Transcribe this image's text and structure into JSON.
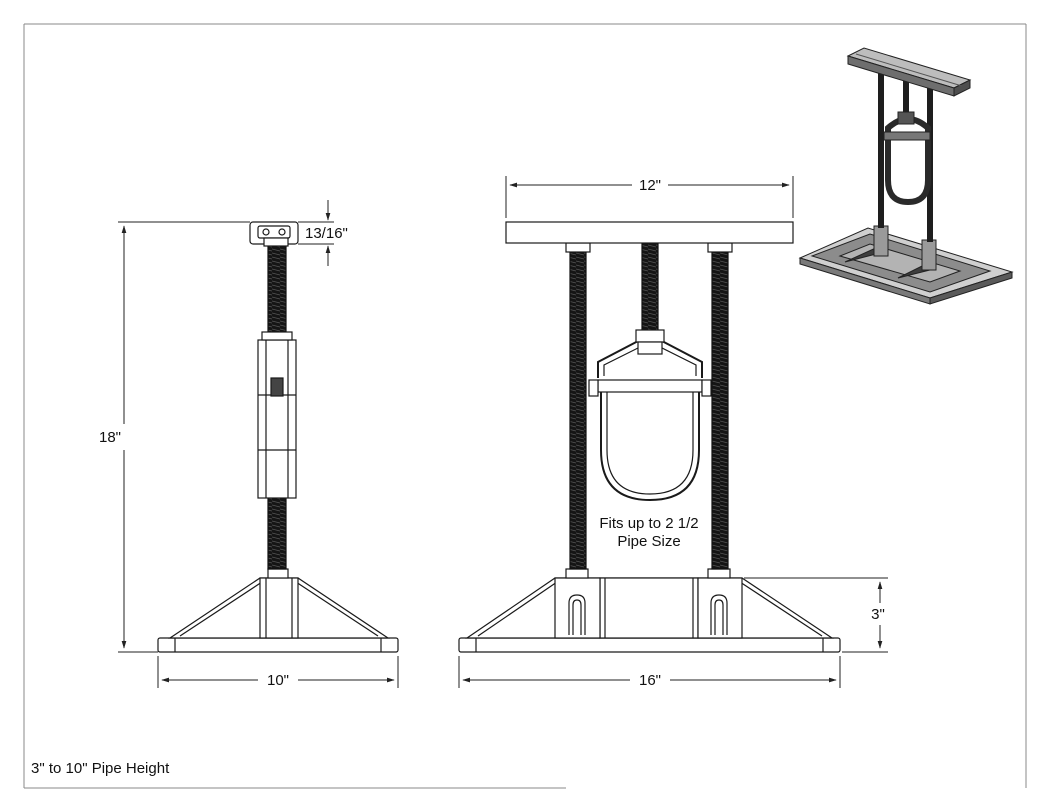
{
  "dimensions": {
    "channel_height": "13/16\"",
    "total_height": "18\"",
    "side_base_width": "10\"",
    "top_channel_width": "12\"",
    "front_base_width": "16\"",
    "base_height": "3\""
  },
  "note": {
    "line1": "Fits up to 2 1/2",
    "line2": "Pipe Size"
  },
  "caption": "3\" to 10\" Pipe Height",
  "colors": {
    "line": "#1a1a1a",
    "rod": "#151515",
    "dim_line": "#222222",
    "iso_fill": "#9a9a9a",
    "iso_dark": "#3d3d3d"
  }
}
